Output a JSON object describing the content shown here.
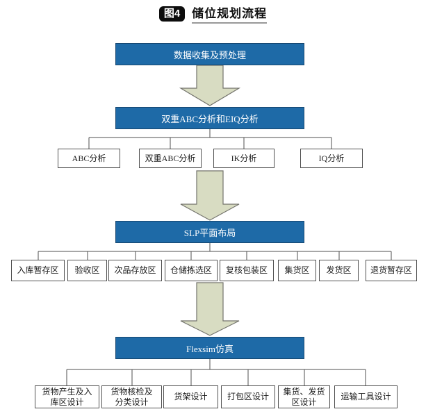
{
  "figure": {
    "badge": "图4",
    "title": "储位规划流程"
  },
  "colors": {
    "stage_fill": "#1e6aa7",
    "stage_border": "#16466f",
    "stage_text": "#ffffff",
    "node_border": "#4f4f4f",
    "node_text": "#1a1a1a",
    "arrow_fill": "#d8dcc2",
    "arrow_outline": "#73736c",
    "connector": "#4f4f4f",
    "badge_bg": "#0d0d0d"
  },
  "stages": [
    {
      "label": "数据收集及预处理"
    },
    {
      "label": "双重ABC分析和EIQ分析"
    },
    {
      "label": "SLP平面布局"
    },
    {
      "label": "Flexsim仿真"
    }
  ],
  "analysis_row": [
    "ABC分析",
    "双重ABC分析",
    "IK分析",
    "IQ分析"
  ],
  "zone_row": [
    "入库暂存区",
    "验收区",
    "次品存放区",
    "仓储拣选区",
    "复核包装区",
    "集货区",
    "发货区",
    "退货暂存区"
  ],
  "design_row": [
    "货物产生及入\n库区设计",
    "货物核检及\n分类设计",
    "货架设计",
    "打包区设计",
    "集货、发货\n区设计",
    "运输工具设计"
  ]
}
